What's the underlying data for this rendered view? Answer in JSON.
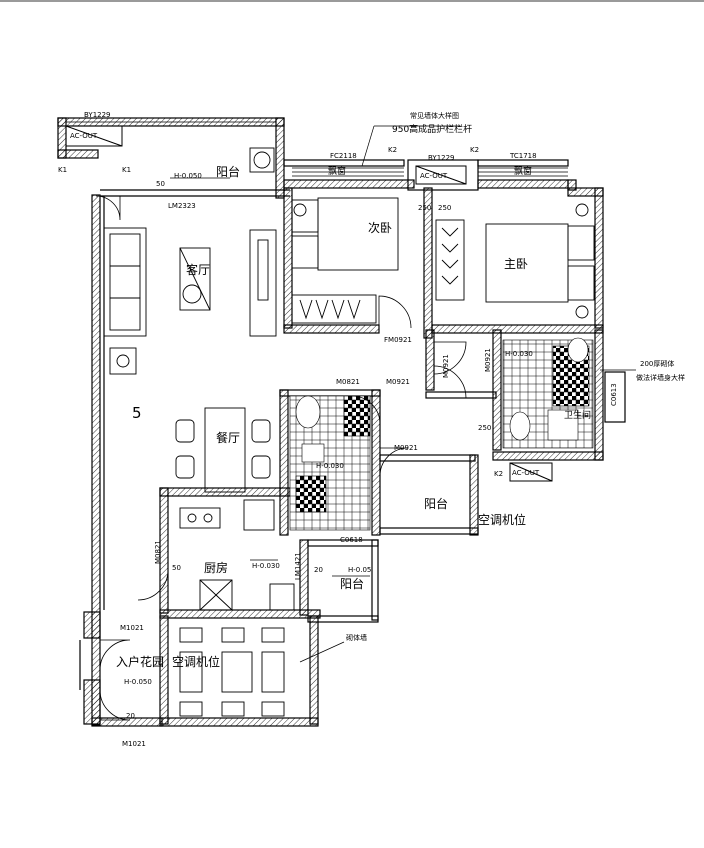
{
  "rooms": {
    "balcony_top": "阳台",
    "second_bedroom": "次卧",
    "master_bedroom": "主卧",
    "living_room": "客厅",
    "dining_room": "餐厅",
    "kitchen": "厨房",
    "balcony_kitchen": "阳台",
    "balcony_right": "阳台",
    "entry_garden": "入户花园",
    "ac_unit_entry": "空调机位",
    "ac_unit_right": "空调机位",
    "bathroom": "卫生间",
    "living_number": "5"
  },
  "codes": {
    "by1229_left": "BY1229",
    "by1229_mid": "BY1229",
    "fc2118": "FC2118",
    "tc1718": "TC1718",
    "bay_window_left": "飘窗",
    "bay_window_right": "飘窗",
    "k1_left": "K1",
    "k1_right": "K1",
    "k2_left": "K2",
    "k2_right": "K2",
    "k2_bottom": "K2",
    "lm2323": "LM2323",
    "fm0921": "FM0921",
    "m0921_a": "M0921",
    "m0921_b": "M0921",
    "m0921_c": "M0921",
    "m0921_d": "M0921",
    "m0821_a": "M0821",
    "m0821_b": "M0821",
    "m1021_a": "M1021",
    "m1021_b": "M1021",
    "lm1421": "LM1421",
    "c0618": "C0618",
    "c0613": "C0613",
    "ac_out": "AC-OUT",
    "h_0050_a": "H-0.050",
    "h_0050_b": "H-0.050",
    "h_0030_kitchen": "H-0.030",
    "h_0030_bath": "H-0.030",
    "h_005": "H-0.05",
    "h_0030_wc": "H-0.030",
    "dim_50": "50",
    "dim_250_a": "250",
    "dim_250_b": "250",
    "dim_250_c": "250",
    "dim_20_a": "20",
    "dim_20_b": "20",
    "dim_50_kitchen": "50"
  },
  "notes": {
    "ac_note_1": "常见墙体大样图",
    "ac_note_2": "950高成品护栏栏杆",
    "right_note_1": "200厚砌体",
    "right_note_2": "做法详墙身大样",
    "garden_note": "砌体墙"
  }
}
